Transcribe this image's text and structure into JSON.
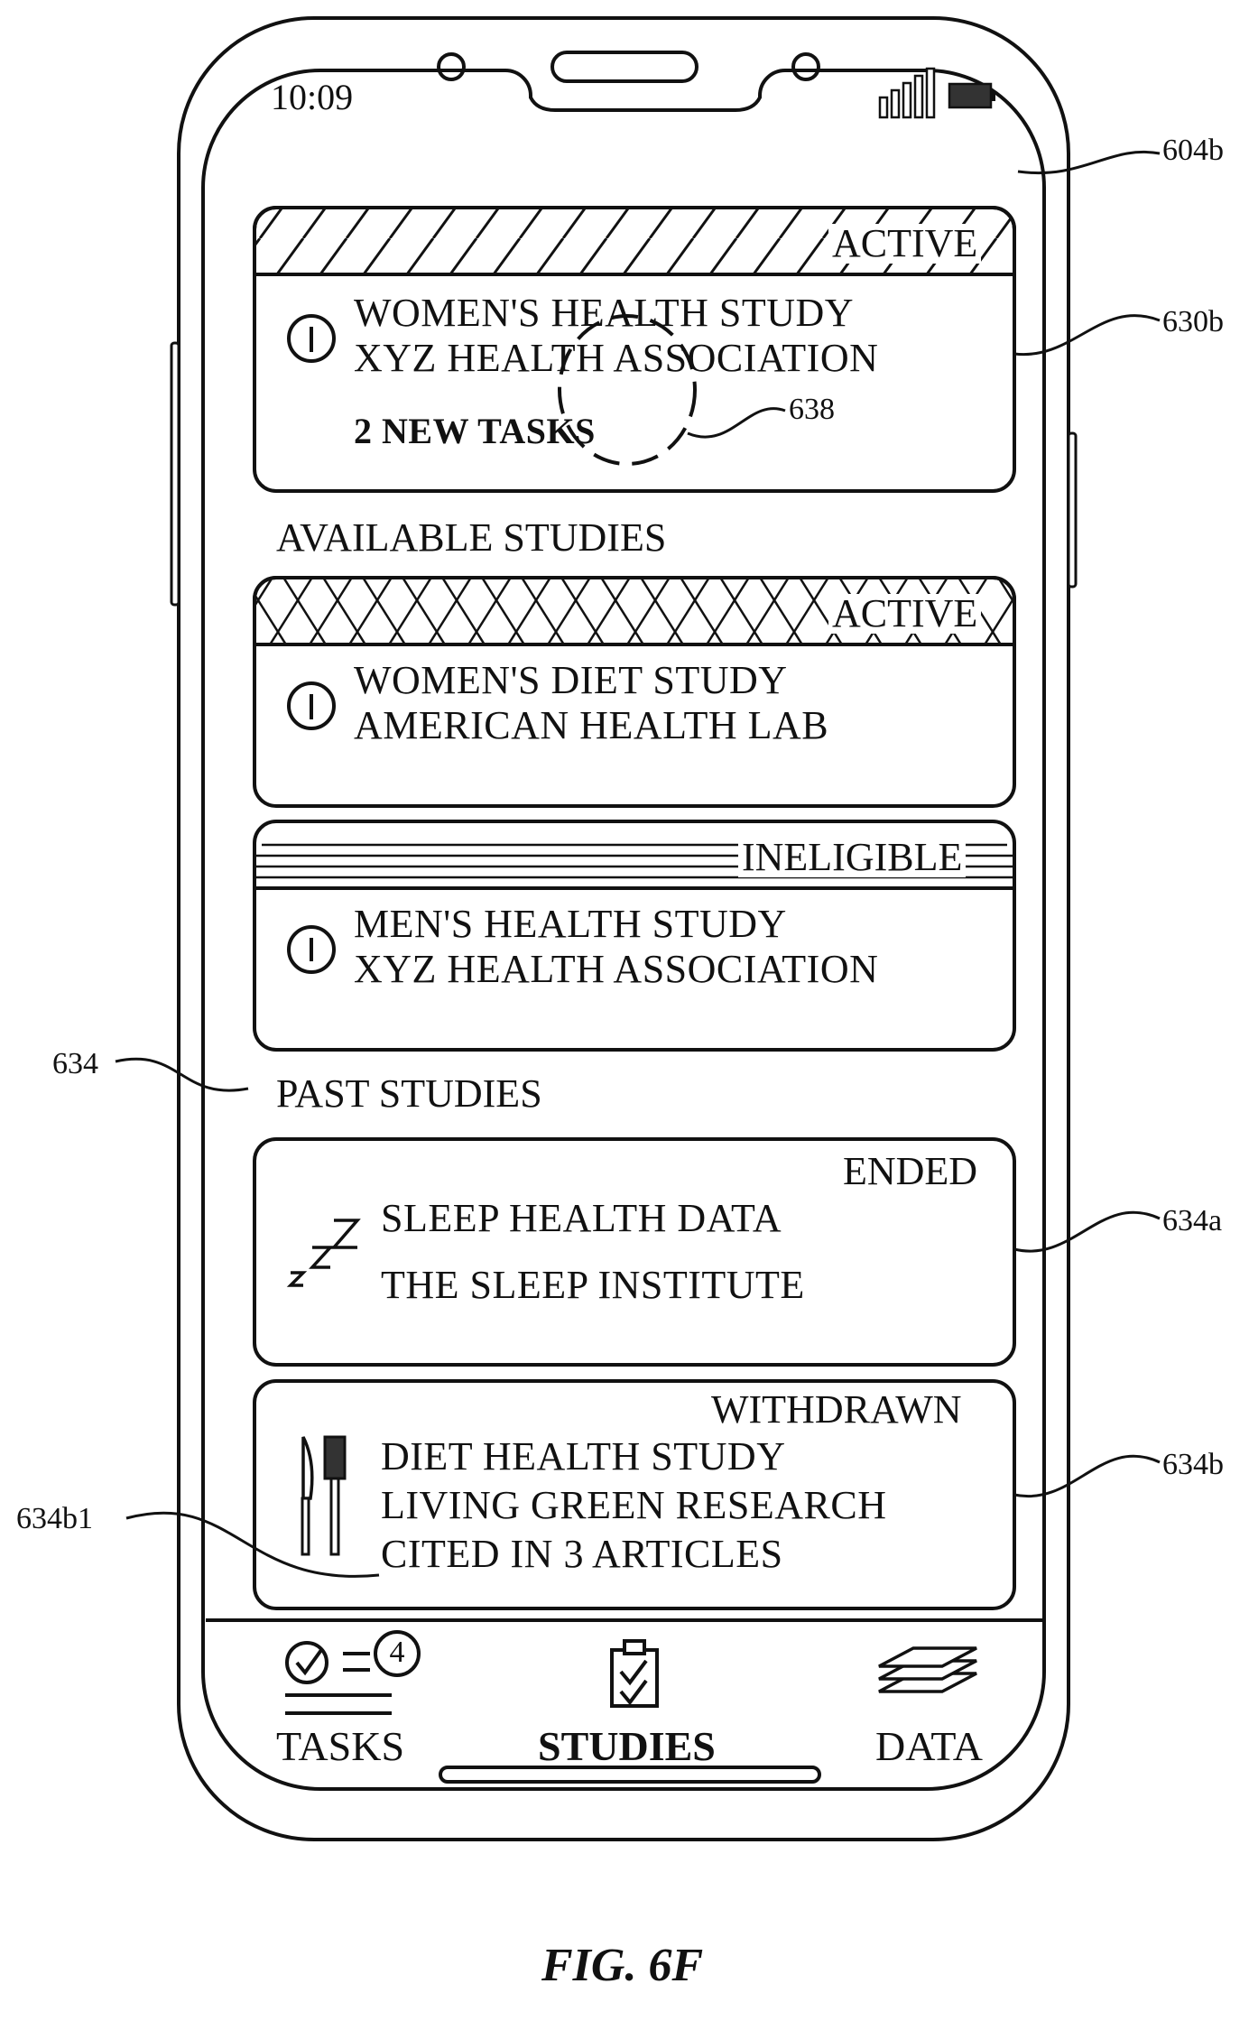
{
  "status_bar": {
    "time": "10:09"
  },
  "active_study": {
    "status": "ACTIVE",
    "title": "WOMEN'S HEALTH STUDY",
    "org": "XYZ HEALTH ASSOCIATION",
    "tasks": "2 NEW TASKS"
  },
  "available": {
    "heading": "AVAILABLE STUDIES",
    "studies": [
      {
        "status": "ACTIVE",
        "title": "WOMEN'S DIET STUDY",
        "org": "AMERICAN HEALTH LAB"
      },
      {
        "status": "INELIGIBLE",
        "title": "MEN'S HEALTH STUDY",
        "org": "XYZ HEALTH ASSOCIATION"
      }
    ]
  },
  "past": {
    "heading": "PAST STUDIES",
    "studies": [
      {
        "status": "ENDED",
        "title": "SLEEP HEALTH DATA",
        "org": "THE SLEEP INSTITUTE",
        "icon": "sleep-zzz-icon"
      },
      {
        "status": "WITHDRAWN",
        "title": "DIET HEALTH STUDY",
        "org": "LIVING GREEN RESEARCH",
        "citations": "CITED IN 3 ARTICLES",
        "icon": "knife-fork-icon"
      }
    ]
  },
  "tab_bar": {
    "tasks": {
      "label": "TASKS",
      "badge": "4",
      "icon": "tasks-checklist-icon"
    },
    "studies": {
      "label": "STUDIES",
      "icon": "clipboard-check-icon"
    },
    "data": {
      "label": "DATA",
      "icon": "stacked-layers-icon"
    }
  },
  "reference_numerals": {
    "screen": "604b",
    "active_card": "630b",
    "touch": "638",
    "past_section": "634",
    "past_card_1": "634a",
    "past_card_2": "634b",
    "citations": "634b1"
  },
  "figure_caption": "FIG. 6F"
}
